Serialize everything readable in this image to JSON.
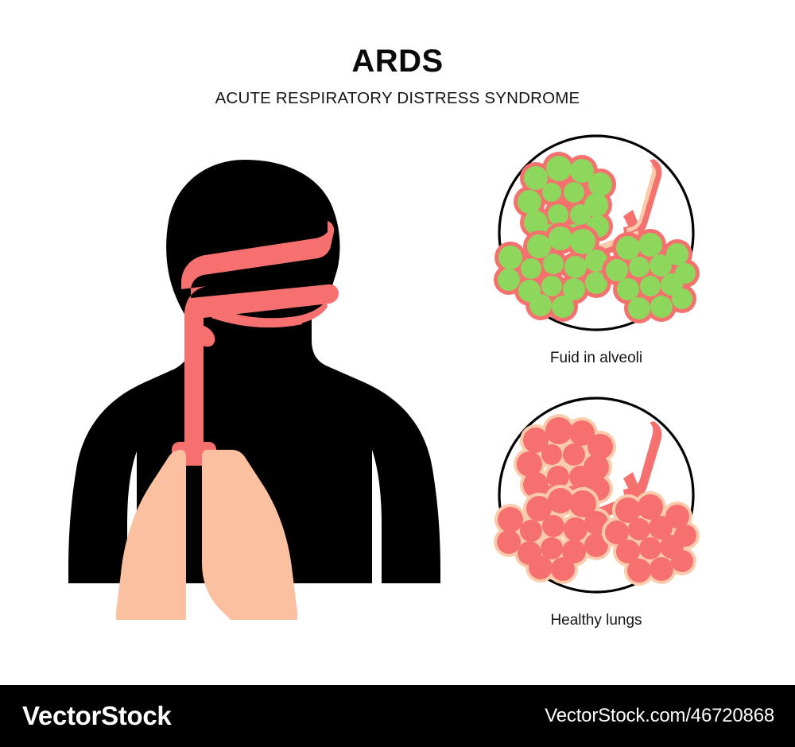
{
  "header": {
    "title": "ARDS",
    "subtitle": "ACUTE RESPIRATORY DISTRESS SYNDROME"
  },
  "panels": [
    {
      "caption": "Fuid in alveoli"
    },
    {
      "caption": "Healthy lungs"
    }
  ],
  "footer": {
    "brand": "VectorStock",
    "url": "VectorStock.com/46720868"
  },
  "colors": {
    "background": "#ffffff",
    "silhouette": "#000000",
    "airway_pink": "#F5706F",
    "lung_peach": "#FBC0A0",
    "alveoli_fluid_green": "#8DD85C",
    "alveoli_coral": "#F4716E",
    "alveoli_healthy_peach": "#FBCBAC",
    "outline_black": "#000000",
    "footer_bar": "#000000",
    "footer_text": "#ffffff"
  },
  "diagram": {
    "figure_name": "human-upper-body-silhouette",
    "figure_parts": [
      "head",
      "neck",
      "shoulders",
      "torso",
      "arms",
      "nasal-airway",
      "trachea",
      "left-lung",
      "right-lung"
    ],
    "panel_top_name": "fluid-filled-alveoli-diagram",
    "panel_bottom_name": "healthy-alveoli-diagram",
    "cluster_count": 3,
    "alveoli_per_cluster": [
      14,
      15,
      13
    ]
  }
}
